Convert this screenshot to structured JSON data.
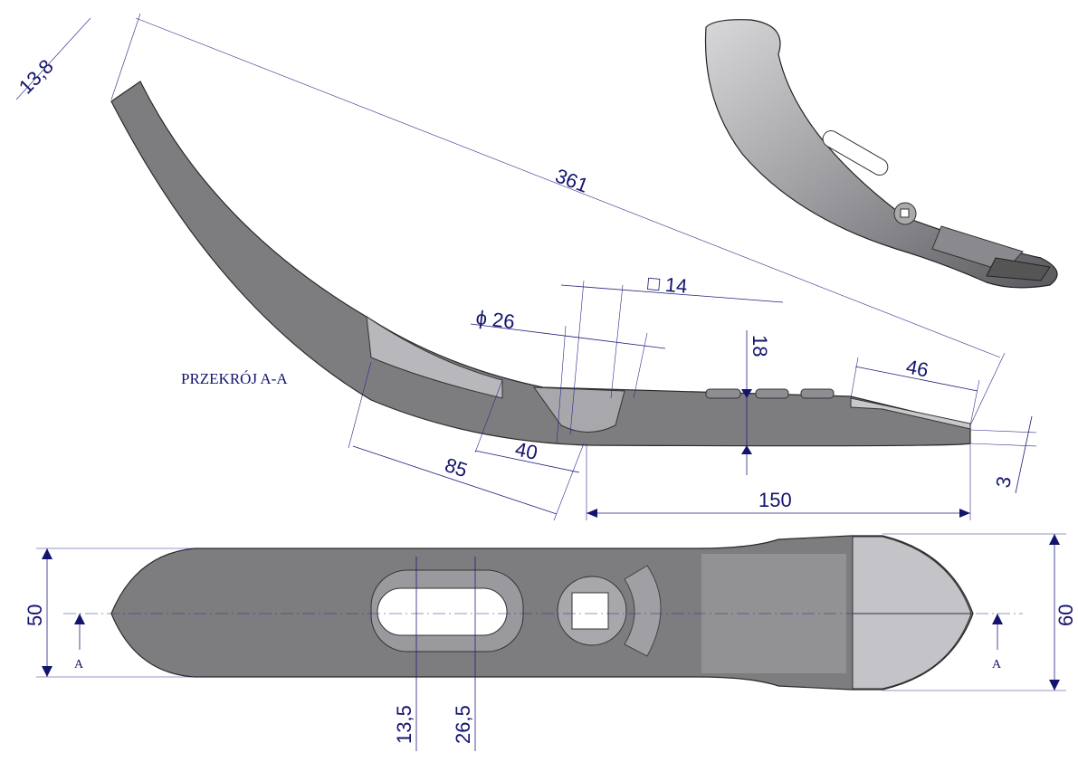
{
  "section_title": "PRZEKRÓJ A-A",
  "dimensions": {
    "tip_width": "13,8",
    "overall_length": "361",
    "hole_diameter": "ϕ 26",
    "square_hole": "□ 14",
    "thickness": "18",
    "hardfacing_length": "46",
    "slot_offset": "85",
    "slot_spacing": "40",
    "flat_length": "150",
    "tip_thickness": "3",
    "width_rear": "50",
    "width_front": "60",
    "slot_center": "13,5",
    "slot_width": "26,5"
  },
  "section_markers": [
    "A",
    "A"
  ],
  "colors": {
    "dimension": "#14146e",
    "part": "#7d7d80"
  }
}
